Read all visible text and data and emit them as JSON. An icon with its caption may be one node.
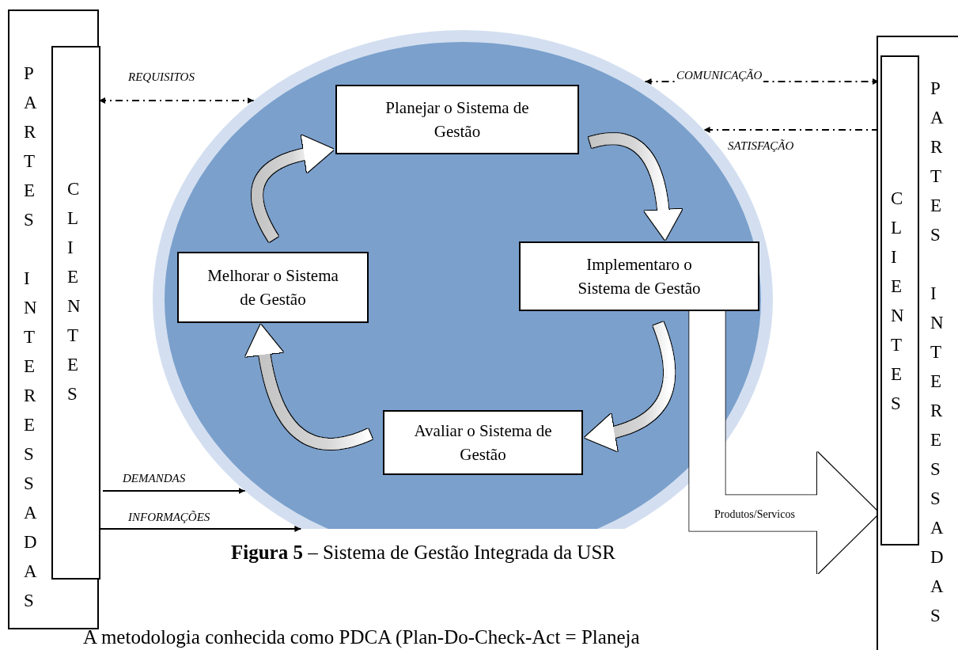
{
  "diagram": {
    "caption": "**Figura 5** – Sistema de Gestão Integrada da USR",
    "nodes": [
      {
        "text": [
          "PARTES INTERESSADAS"
        ]
      },
      {
        "text": [
          "CLIENTES"
        ],
        "in": 0
      },
      {
        "text": [],
        "shape": "circle"
      },
      {
        "text": [
          "Planejar o Sistema de Gestão"
        ],
        "in": 2
      },
      {
        "text": [
          "Implementaro o Sistema de Gestão"
        ],
        "in": 2
      },
      {
        "text": [
          "Avaliar o Sistema de Gestão"
        ],
        "in": 2
      },
      {
        "text": [
          "Melhorar o Sistema de Gestão"
        ],
        "in": 2
      },
      {
        "text": [
          "PARTES INTERESSADAS"
        ]
      },
      {
        "text": [
          "CLIENTES"
        ],
        "in": 7
      }
    ],
    "edges": [
      {
        "from": 1,
        "to": 2,
        "arrow": "both",
        "style": "dashed",
        "label": "REQUISITOS"
      },
      {
        "from": 2,
        "to": 8,
        "arrow": "both",
        "style": "dashed",
        "label": "COMUNICAÇÃO"
      },
      {
        "from": 8,
        "to": 2,
        "arrow": "to",
        "style": "dashed",
        "label": "SATISFAÇÃO"
      },
      {
        "from": 1,
        "to": 2,
        "arrow": "to",
        "label": "DEMANDAS"
      },
      {
        "from": 1,
        "to": 2,
        "arrow": "to",
        "label": "INFORMAÇÕES"
      },
      {
        "from": 3,
        "to": 4,
        "arrow": "to",
        "style": "thick"
      },
      {
        "from": 4,
        "to": 5,
        "arrow": "to",
        "style": "thick"
      },
      {
        "from": 5,
        "to": 6,
        "arrow": "to",
        "style": "thick"
      },
      {
        "from": 6,
        "to": 3,
        "arrow": "to",
        "style": "thick"
      },
      {
        "from": 4,
        "to": 8,
        "arrow": "to",
        "style": "thick",
        "color": "#ffffff",
        "label": "Produtos/Servicos"
      }
    ],
    "labels": [
      "A metodologia conhecida como PDCA (Plan-Do-Check-Act = Planeja"
    ]
  }
}
